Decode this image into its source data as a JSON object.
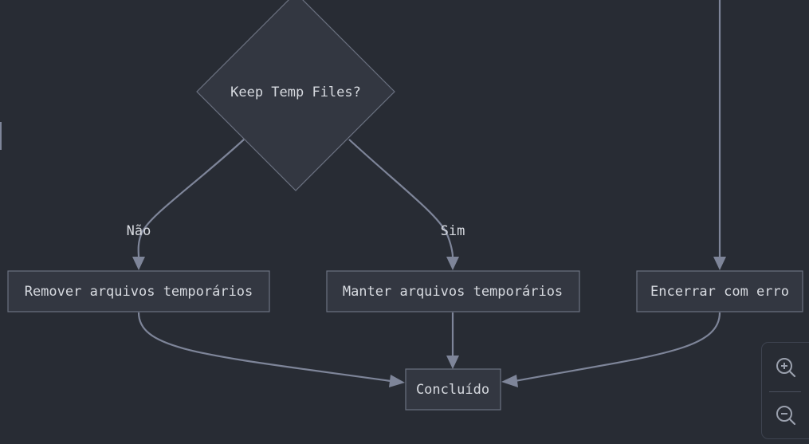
{
  "flowchart": {
    "decision": {
      "label": "Keep Temp Files?"
    },
    "nodes": {
      "remove": {
        "label": "Remover arquivos temporários"
      },
      "keep": {
        "label": "Manter arquivos temporários"
      },
      "error": {
        "label": "Encerrar com erro"
      },
      "done": {
        "label": "Concluído"
      }
    },
    "edge_labels": {
      "no": "Não",
      "yes": "Sim"
    }
  },
  "zoom_controls": {
    "zoom_in_icon": "zoom-in-icon",
    "zoom_out_icon": "zoom-out-icon"
  },
  "colors": {
    "background": "#282c34",
    "node_fill": "#333741",
    "node_stroke": "#6b7180",
    "edge": "#7e8599",
    "text": "#d7dae0"
  }
}
